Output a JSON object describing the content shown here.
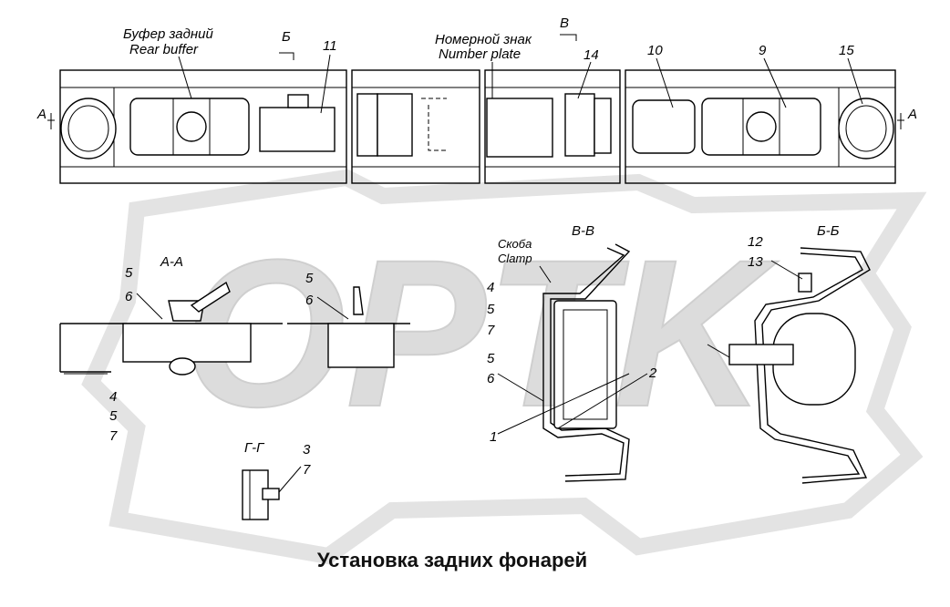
{
  "watermark": {
    "text": "OPTK",
    "color": "#d9d9d9"
  },
  "title": "Установка задних фонарей",
  "top_labels": {
    "rear_buffer_ru": "Буфер задний",
    "rear_buffer_en": "Rear buffer",
    "number_plate_ru": "Номерной знак",
    "number_plate_en": "Number plate",
    "section_b": "Б",
    "section_v": "В",
    "section_a_left": "А",
    "section_a_right": "А"
  },
  "callouts_top": [
    "11",
    "14",
    "10",
    "9",
    "15"
  ],
  "section_titles": {
    "aa": "А-А",
    "vv": "В-В",
    "bb": "Б-Б",
    "gg": "Г-Г"
  },
  "clamp": {
    "ru": "Скоба",
    "en": "Clamp"
  },
  "callouts_aa": [
    "5",
    "6",
    "4",
    "5",
    "7"
  ],
  "callouts_mid": [
    "5",
    "6"
  ],
  "callouts_vv": [
    "4",
    "5",
    "7",
    "5",
    "6",
    "1",
    "2"
  ],
  "callouts_bb": [
    "12",
    "13"
  ],
  "callouts_gg": [
    "3",
    "7"
  ]
}
